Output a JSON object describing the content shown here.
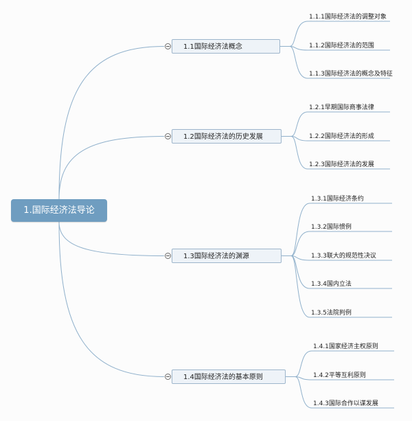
{
  "root": {
    "label": "1.国际经济法导论"
  },
  "branches": [
    {
      "label": "1.1国际经济法概念",
      "children": [
        "1.1.1国际经济法的调整对象",
        "1.1.2国际经济法的范围",
        "1.1.3国际经济法的概念及特征"
      ]
    },
    {
      "label": "1.2国际经济法的历史发展",
      "children": [
        "1.2.1早期国际商事法律",
        "1.2.2国际经济法的形成",
        "1.2.3国际经济法的发展"
      ]
    },
    {
      "label": "1.3国际经济法的渊源",
      "children": [
        "1.3.1国际经济条约",
        "1.3.2国际惯例",
        "1.3.3联大的规范性决议",
        "1.3.4国内立法",
        "1.3.5法院判例"
      ]
    },
    {
      "label": "1.4国际经济法的基本原则",
      "children": [
        "1.4.1国家经济主权原则",
        "1.4.2平等互利原则",
        "1.4.3国际合作以谋发展"
      ]
    }
  ],
  "colors": {
    "line": "#8fb0cb",
    "root_fill": "#6f9dc0",
    "branch_fill": "#eef3f8",
    "branch_border": "#9db5cb"
  }
}
